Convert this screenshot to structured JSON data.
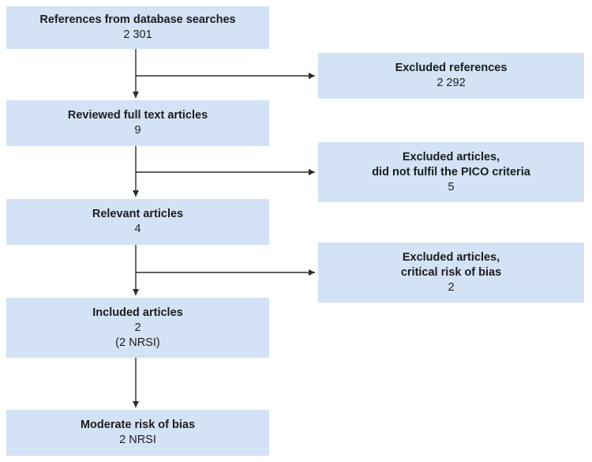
{
  "diagram": {
    "colors": {
      "box_fill": "#d3e2f5",
      "text_color": "#1c1c1c",
      "arrow_color": "#2b2b2b",
      "background": "#ffffff"
    },
    "left_column": [
      {
        "title": "References from database searches",
        "count": "2 301"
      },
      {
        "title": "Reviewed full text articles",
        "count": "9"
      },
      {
        "title": "Relevant articles",
        "count": "4"
      },
      {
        "title": "Included articles",
        "count": "2",
        "note": "(2 NRSI)"
      },
      {
        "title": "Moderate risk of bias",
        "count": "2 NRSI"
      }
    ],
    "right_column": [
      {
        "title": "Excluded references",
        "count": "2 292"
      },
      {
        "title": "Excluded articles,",
        "subtitle": "did not fulfil the PICO criteria",
        "count": "5"
      },
      {
        "title": "Excluded articles,",
        "subtitle": "critical risk of bias",
        "count": "2"
      }
    ]
  }
}
